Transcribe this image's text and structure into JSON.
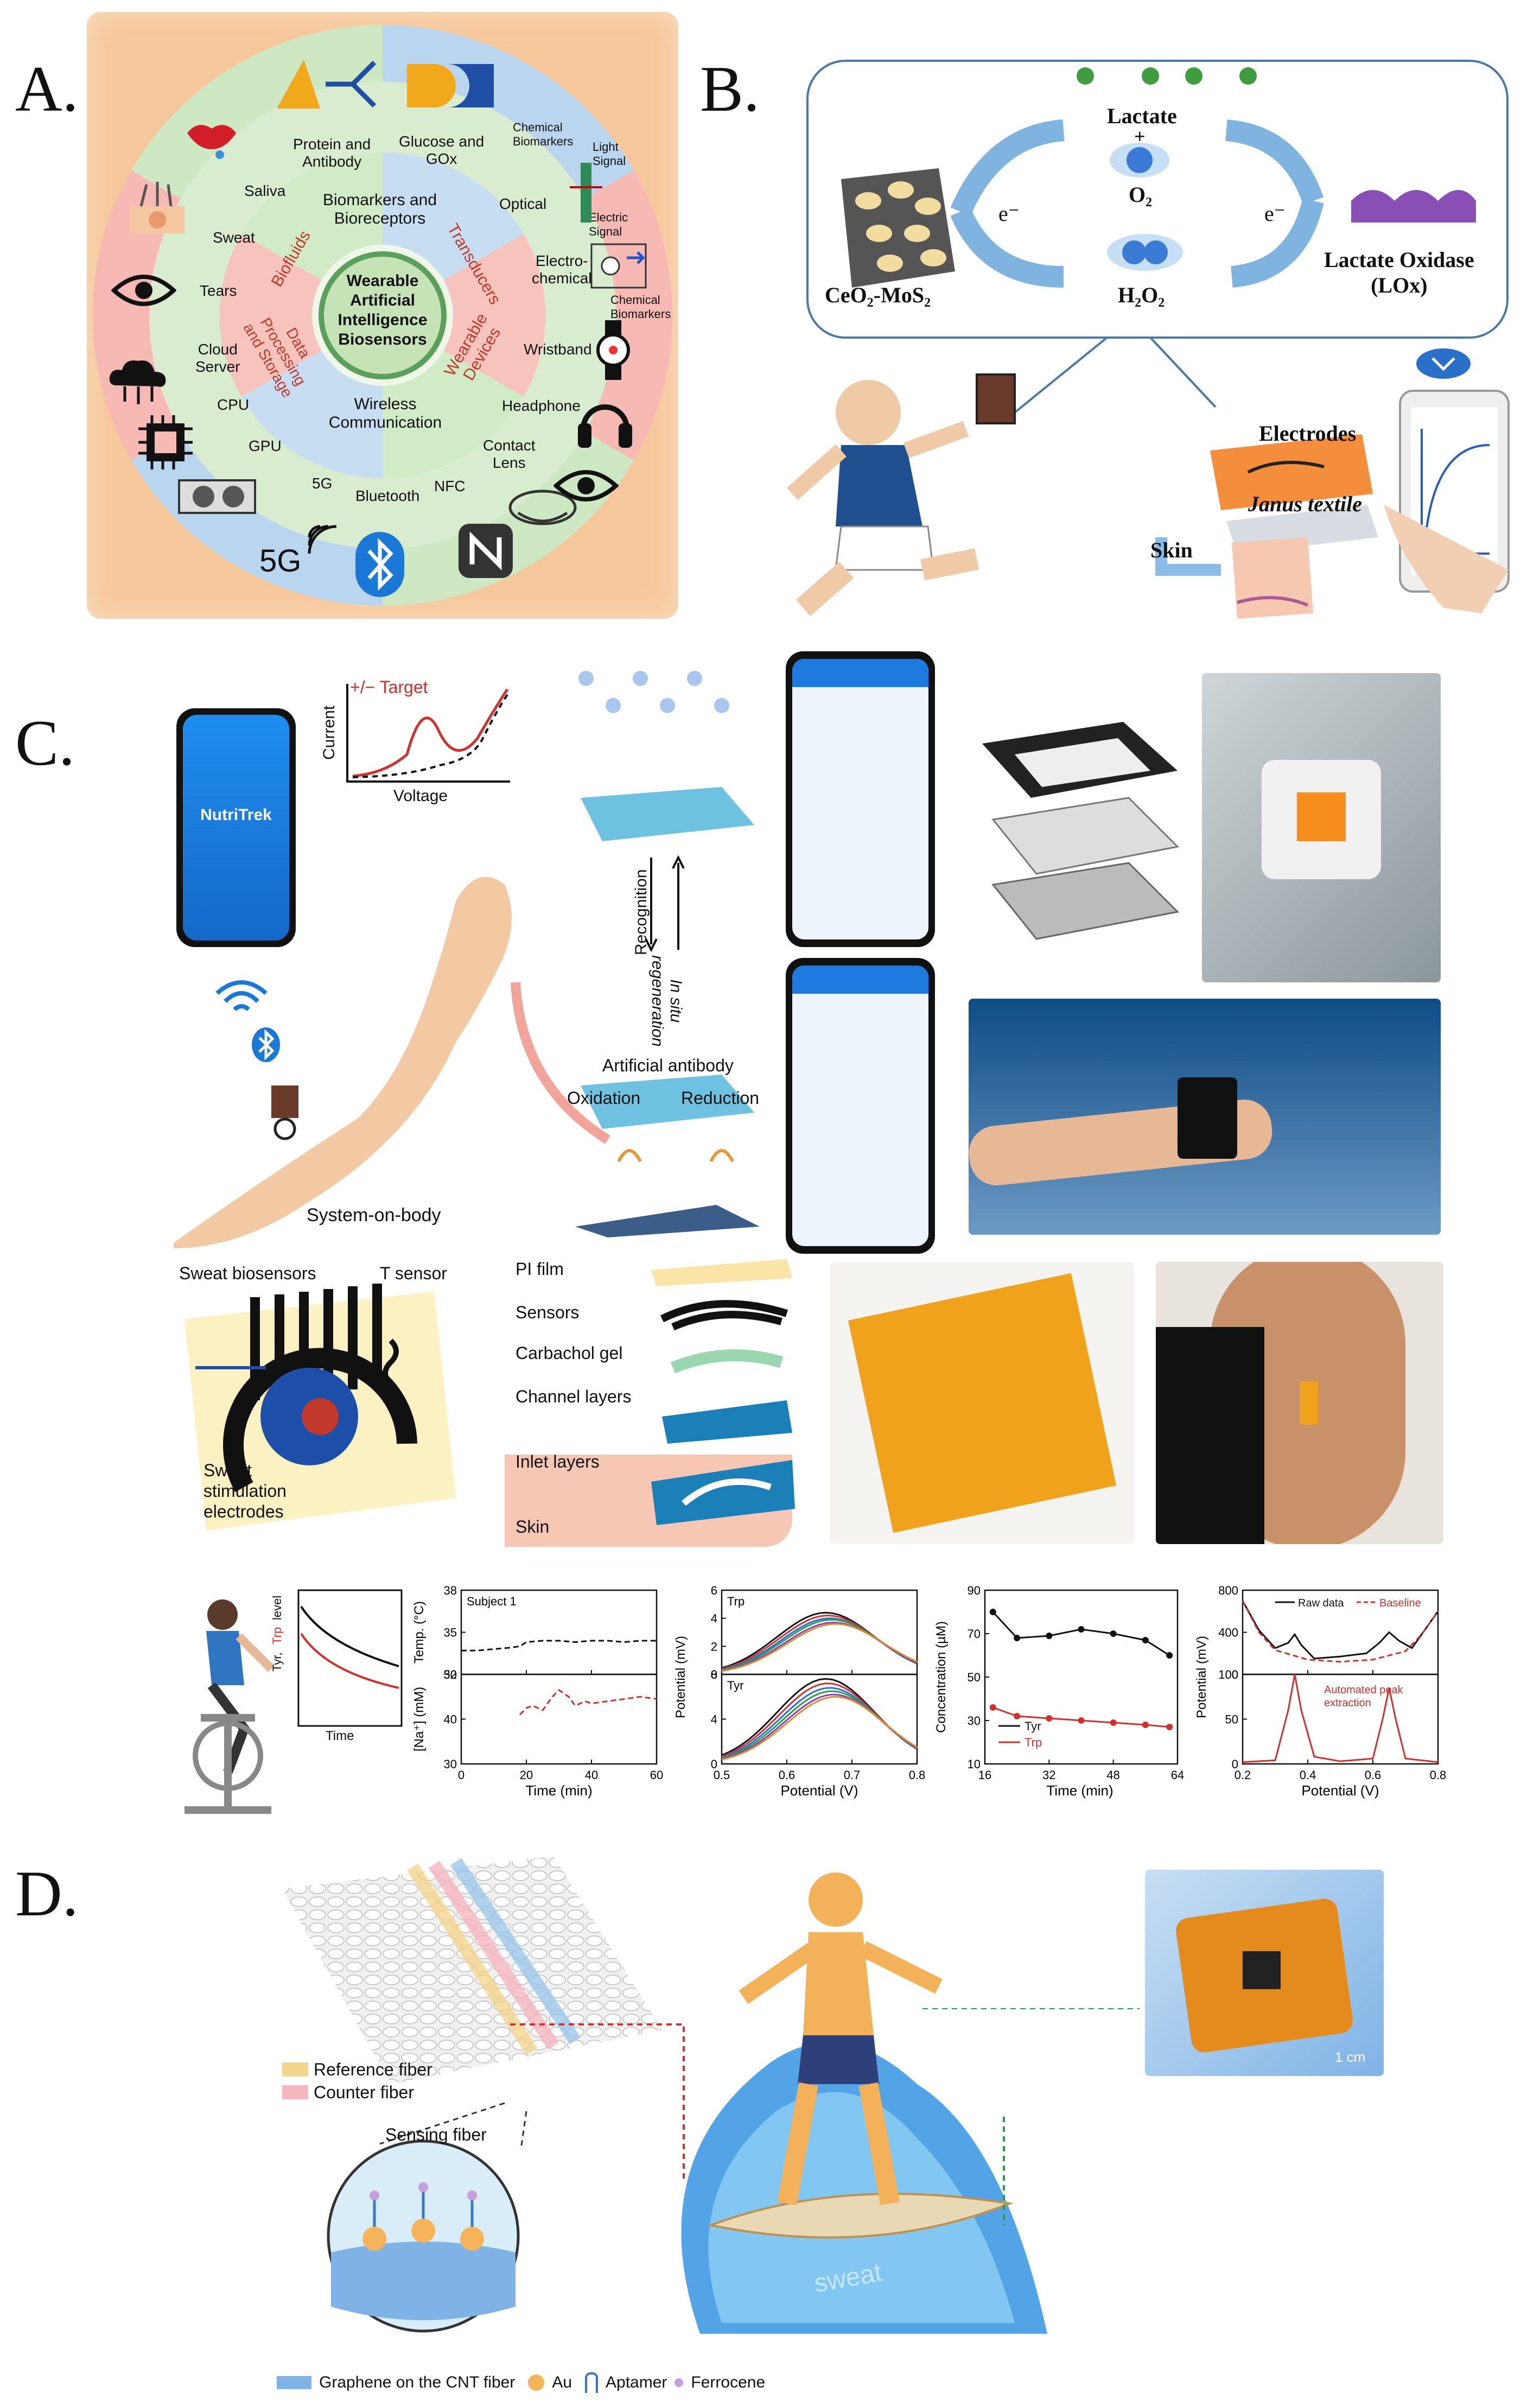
{
  "panels": {
    "a": "A.",
    "b": "B.",
    "c": "C.",
    "d": "D."
  },
  "a": {
    "center": [
      "Wearable",
      "Artificial",
      "Intelligence",
      "Biosensors"
    ],
    "ring2": {
      "biomarkers": "Biomarkers and\nBioreceptors",
      "transducers": "Transducers",
      "devices": "Wearable\nDevices",
      "wireless": "Wireless\nCommunication",
      "data": "Data\nProcessing\nand Storage",
      "biofluids": "Biofluids"
    },
    "ring3": {
      "protein": "Protein and\nAntibody",
      "glucose": "Glucose and\nGOx",
      "optical": "Optical",
      "electrochemical": "Electro-\nchemical",
      "wristband": "Wristband",
      "headphone": "Headphone",
      "contact": "Contact\nLens",
      "nfc": "NFC",
      "bluetooth": "Bluetooth",
      "fiveg_small": "5G",
      "gpu": "GPU",
      "cpu": "CPU",
      "cloud": "Cloud\nServer",
      "tears": "Tears",
      "sweat": "Sweat",
      "saliva": "Saliva"
    },
    "outer": {
      "chem_top": "Chemical\nBiomarkers",
      "light": "Light\nSignal",
      "electric": "Electric\nSignal",
      "chem_bottom": "Chemical\nBiomarkers",
      "fiveg": "5G"
    }
  },
  "b": {
    "lactate": "Lactate",
    "plus": "+",
    "o2": "O₂",
    "h2o2": "H₂O₂",
    "e1": "e⁻",
    "e2": "e⁻",
    "ceo2": "CeO₂-MoS₂",
    "lox": "Lactate Oxidase\n(LOx)",
    "electrodes": "Electrodes",
    "janus": "Janus textile",
    "skin": "Skin"
  },
  "c": {
    "nutritrek": "NutriTrek",
    "target": "+/− Target",
    "current": "Current",
    "voltage": "Voltage",
    "recognition": "Recognition",
    "insitu": "In situ\nregeneration",
    "artificial_antibody": "Artificial antibody",
    "oxidation": "Oxidation",
    "reduction": "Reduction",
    "system_on_body": "System-on-body",
    "sweat_biosensors": "Sweat biosensors",
    "t_sensor": "T sensor",
    "sweat_stim": "Sweat\nstimulation\nelectrodes",
    "layers": [
      "PI film",
      "Sensors",
      "Carbachol gel",
      "Channel layers",
      "Inlet layers",
      "Skin"
    ],
    "mini": {
      "ylabel_tyr": "Tyr,",
      "ylabel_trp": "Trp",
      "ylabel_level": "level",
      "xlabel": "Time"
    }
  },
  "d": {
    "reference": "Reference fiber",
    "counter": "Counter fiber",
    "sensing": "Sensing fiber",
    "cm": "1 cm",
    "sweat": "sweat",
    "legend": [
      {
        "label": "Graphene on the CNT fiber",
        "color": "#7fb3e6"
      },
      {
        "label": "Au",
        "color": "#f5b35a"
      },
      {
        "label": "Aptamer",
        "color": "#3a78c4"
      },
      {
        "label": "Ferrocene",
        "color": "#c79ce0"
      }
    ]
  },
  "chart_data": [
    {
      "type": "line",
      "panel": "temperature-sodium",
      "annotation": "Subject 1",
      "subplots": [
        {
          "ylabel": "Temp. (°C)",
          "ylim": [
            32,
            38
          ],
          "yticks": [
            32,
            35,
            38
          ],
          "series": [
            {
              "color": "#111111",
              "style": "dashed",
              "x": [
                0,
                5,
                10,
                15,
                18,
                20,
                25,
                30,
                35,
                40,
                45,
                50,
                55,
                60
              ],
              "y": [
                33.7,
                33.7,
                33.8,
                33.9,
                34.0,
                34.3,
                34.4,
                34.4,
                34.3,
                34.4,
                34.4,
                34.3,
                34.4,
                34.4
              ]
            }
          ]
        },
        {
          "ylabel": "[Na⁺] (mM)",
          "ylim": [
            30,
            50
          ],
          "yticks": [
            30,
            40,
            50
          ],
          "series": [
            {
              "color": "#d0312d",
              "style": "dashed",
              "x": [
                18,
                20,
                22,
                25,
                28,
                30,
                33,
                35,
                38,
                40,
                45,
                50,
                55,
                60
              ],
              "y": [
                41,
                42.5,
                43,
                42,
                45,
                46.5,
                45,
                43,
                44,
                43.5,
                44,
                44.5,
                45,
                44.5
              ]
            }
          ]
        }
      ],
      "xlabel": "Time (min)",
      "xlim": [
        0,
        60
      ],
      "xticks": [
        0,
        20,
        40,
        60
      ]
    },
    {
      "type": "line",
      "panel": "voltammograms",
      "subplots": [
        {
          "title": "Trp",
          "ylim": [
            0,
            6
          ],
          "yticks": [
            0,
            2,
            4,
            6
          ],
          "peak_x": 0.66,
          "peak_heights": [
            4.4,
            4.2,
            4.0,
            3.9,
            3.7,
            3.6
          ]
        },
        {
          "title": "Tyr",
          "ylim": [
            0,
            8
          ],
          "yticks": [
            0,
            4,
            8
          ],
          "peak_x": 0.66,
          "peak_heights": [
            7.6,
            7.2,
            6.8,
            6.5,
            6.2,
            6.0
          ]
        }
      ],
      "series_colors": [
        "#111111",
        "#d0312d",
        "#2b6fd6",
        "#2e9b4a",
        "#8a3fb3",
        "#e08a2a"
      ],
      "ylabel": "Potential (mV)",
      "xlabel": "Potential (V)",
      "xlim": [
        0.5,
        0.8
      ],
      "xticks": [
        0.5,
        0.6,
        0.7,
        0.8
      ]
    },
    {
      "type": "line",
      "panel": "concentration",
      "ylabel": "Concentration (µM)",
      "ylim": [
        10,
        90
      ],
      "yticks": [
        10,
        30,
        50,
        70,
        90
      ],
      "xlabel": "Time (min)",
      "xlim": [
        16,
        64
      ],
      "xticks": [
        16,
        32,
        48,
        64
      ],
      "series": [
        {
          "name": "Tyr",
          "color": "#111111",
          "x": [
            18,
            24,
            32,
            40,
            48,
            56,
            62
          ],
          "y": [
            80,
            68,
            69,
            72,
            70,
            67,
            60
          ]
        },
        {
          "name": "Trp",
          "color": "#d0312d",
          "x": [
            18,
            24,
            32,
            40,
            48,
            56,
            62
          ],
          "y": [
            36,
            32,
            31,
            30,
            29,
            28,
            27
          ]
        }
      ]
    },
    {
      "type": "line",
      "panel": "peak-extraction",
      "annotation": "Automated peak\nextraction",
      "xlabel": "Potential (V)",
      "xlim": [
        0.2,
        0.8
      ],
      "xticks": [
        0.2,
        0.4,
        0.6,
        0.8
      ],
      "ylabel": "Potential (mV)",
      "subplots": [
        {
          "ylim": [
            0,
            800
          ],
          "yticks": [
            0,
            400,
            800
          ],
          "series": [
            {
              "name": "Raw data",
              "color": "#111111",
              "style": "solid",
              "x": [
                0.2,
                0.25,
                0.3,
                0.34,
                0.36,
                0.38,
                0.42,
                0.5,
                0.58,
                0.62,
                0.65,
                0.68,
                0.72,
                0.8
              ],
              "y": [
                700,
                420,
                250,
                300,
                380,
                280,
                150,
                170,
                200,
                300,
                400,
                320,
                250,
                600
              ]
            },
            {
              "name": "Baseline",
              "color": "#d0312d",
              "style": "dashed",
              "x": [
                0.2,
                0.25,
                0.3,
                0.4,
                0.5,
                0.6,
                0.7,
                0.75,
                0.8
              ],
              "y": [
                700,
                400,
                230,
                140,
                120,
                140,
                220,
                380,
                600
              ]
            }
          ]
        },
        {
          "ylim": [
            0,
            100
          ],
          "yticks": [
            0,
            50,
            100
          ],
          "series": [
            {
              "color": "#d0312d",
              "style": "solid",
              "x": [
                0.2,
                0.3,
                0.34,
                0.36,
                0.38,
                0.42,
                0.5,
                0.6,
                0.63,
                0.65,
                0.67,
                0.7,
                0.8
              ],
              "y": [
                2,
                4,
                60,
                100,
                60,
                8,
                3,
                6,
                50,
                85,
                50,
                6,
                2
              ]
            }
          ]
        }
      ]
    }
  ]
}
